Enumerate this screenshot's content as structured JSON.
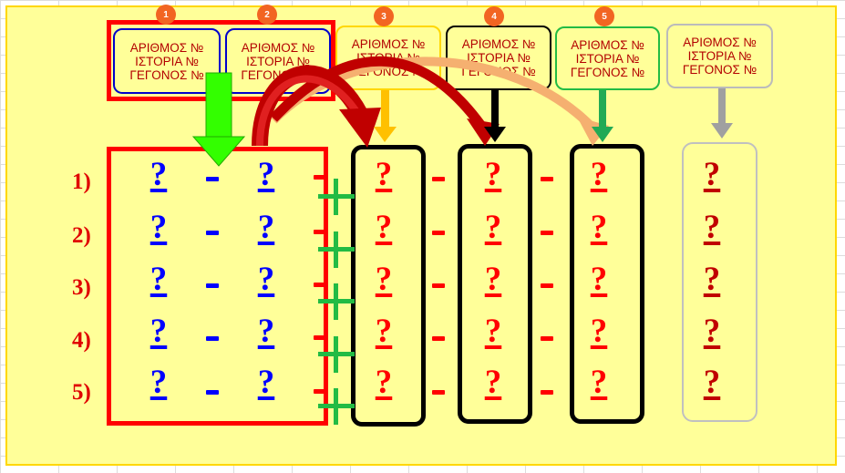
{
  "header_lines": [
    "ΑΡΙΘΜΟΣ №",
    "ΙΣΤΟΡΙΑ №",
    "ΓΕΓΟΝΟΣ №"
  ],
  "badges": [
    "1",
    "2",
    "3",
    "4",
    "5"
  ],
  "rows": [
    "1)",
    "2)",
    "3)",
    "4)",
    "5)"
  ],
  "placeholder": "?",
  "colors": {
    "panel": "#ffff99",
    "group1": "#ff0000",
    "card_blue": "#0000cc",
    "card3": "#ffd700",
    "card4": "#000000",
    "card5": "#22bb44",
    "card6": "#bbbbbb",
    "arrow_green": "#33ff00",
    "arrow_red": "#c00000"
  }
}
